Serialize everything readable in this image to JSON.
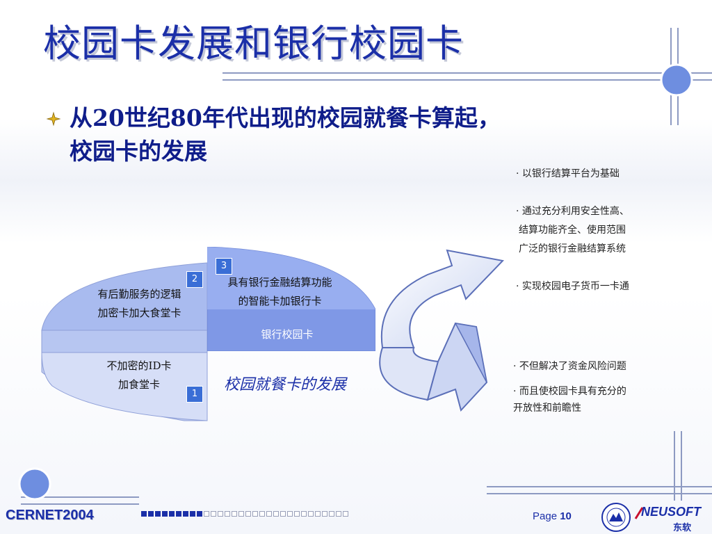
{
  "slide": {
    "title": "校园卡发展和银行校园卡",
    "bullet": {
      "line1": "从20世纪80年代出现的校园就餐卡算起，",
      "line2": "校园卡的发展"
    }
  },
  "diagram": {
    "segments": [
      {
        "number": "1",
        "line1": "不加密的ID卡",
        "line2": "加食堂卡"
      },
      {
        "number": "2",
        "line1": "有后勤服务的逻辑",
        "line2": "加密卡加大食堂卡"
      },
      {
        "number": "3",
        "line1": "具有银行金融结算功能",
        "line2": "的智能卡加银行卡",
        "sublabel": "银行校园卡"
      }
    ],
    "caption": "校园就餐卡的发展"
  },
  "notes": {
    "top": [
      "· 以银行结算平台为基础",
      "· 通过充分利用安全性高、",
      "结算功能齐全、使用范围",
      "广泛的银行金融结算系统",
      "· 实现校园电子货币一卡通"
    ],
    "bottom": [
      "· 不但解决了资金风险问题",
      "· 而且使校园卡具有充分的",
      "开放性和前瞻性"
    ]
  },
  "footer": {
    "conference": "CERNET2004",
    "page_label": "Page",
    "page_number": "10",
    "brand": "NEUSOFT",
    "brand_cn": "东软",
    "progress_total": 30,
    "progress_done": 9
  },
  "colors": {
    "title": "#1b2fa8",
    "accent": "#3a6ed6",
    "pie_light": "#c9d3f3",
    "pie_mid": "#a9b9ec",
    "pie_bank": "#7f98e6"
  },
  "icons": [
    "bullet-star-icon",
    "curved-arrow-icon",
    "globe-circle-icon",
    "university-seal-icon",
    "neusoft-logo-icon"
  ]
}
